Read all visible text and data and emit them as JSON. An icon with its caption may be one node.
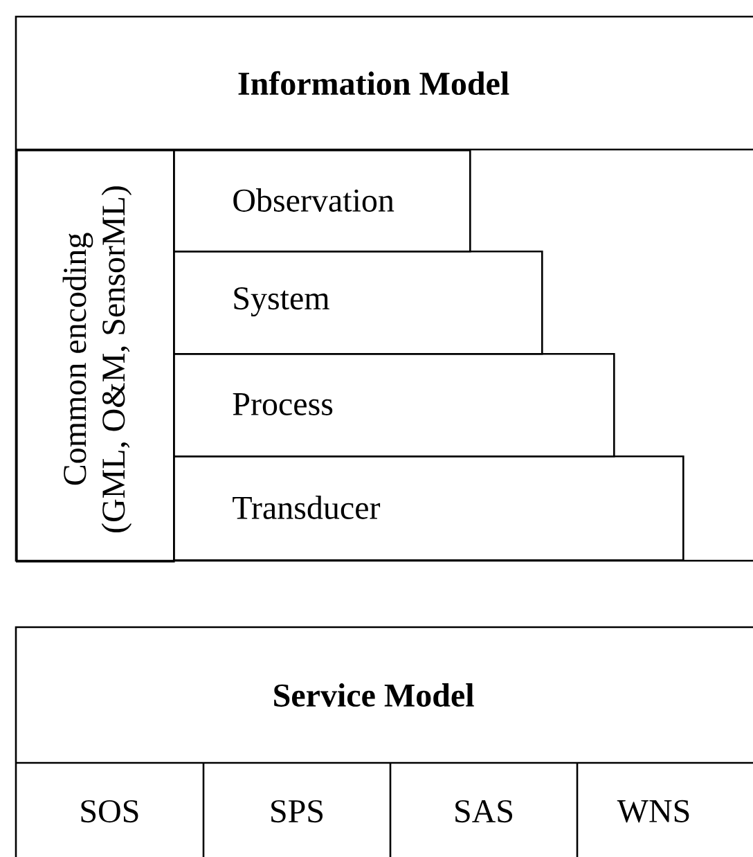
{
  "diagram": {
    "nodes": [
      {
        "text": [
          "Information Model"
        ]
      },
      {
        "text": [
          "Common encoding (GML, O&M, SensorML)"
        ],
        "in": 0
      },
      {
        "text": [
          "Observation"
        ],
        "in": 0
      },
      {
        "text": [
          "System"
        ],
        "in": 0
      },
      {
        "text": [
          "Process"
        ],
        "in": 0
      },
      {
        "text": [
          "Transducer"
        ],
        "in": 0
      },
      {
        "text": [
          "Service Model"
        ]
      },
      {
        "text": [
          "SOS"
        ],
        "in": 6
      },
      {
        "text": [
          "SPS"
        ],
        "in": 6
      },
      {
        "text": [
          "SAS"
        ],
        "in": 6
      },
      {
        "text": [
          "WNS"
        ],
        "in": 6
      }
    ]
  }
}
